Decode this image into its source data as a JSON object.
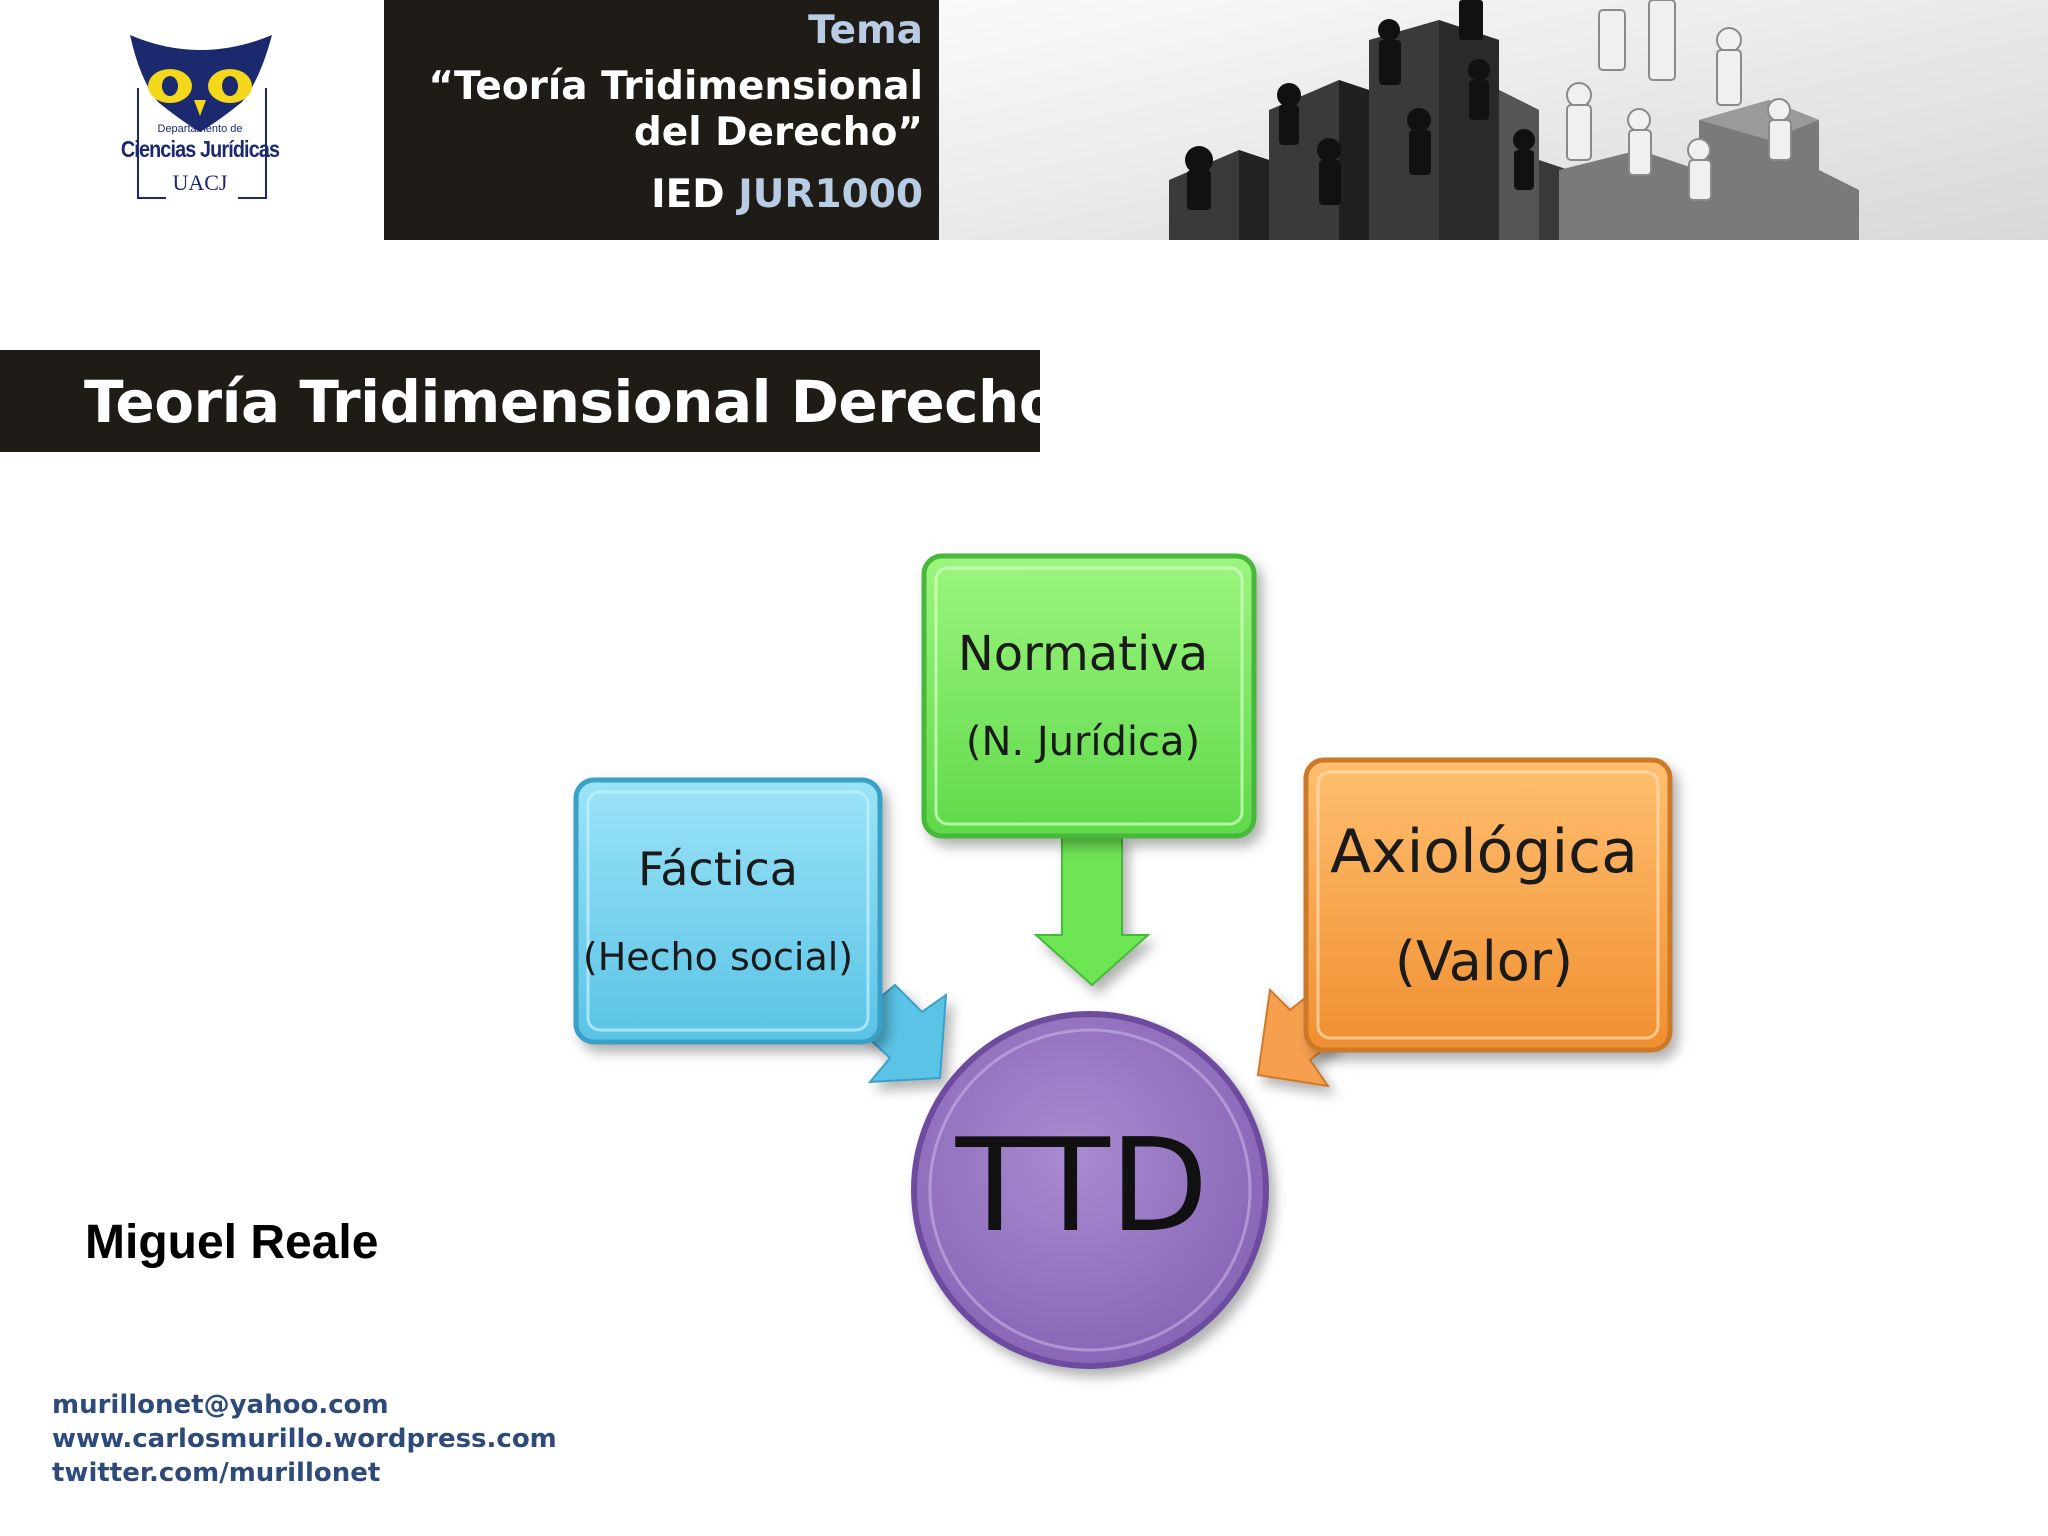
{
  "logo": {
    "dept_small": "Departamento de",
    "dept_main": "Ciencias Jurídicas",
    "university": "UACJ"
  },
  "header": {
    "tema_label": "Tema",
    "title_line1": "“Teoría Tridimensional",
    "title_line2": "del Derecho”",
    "course_prefix": "IED",
    "course_code": "JUR1000"
  },
  "section": {
    "title": "Teoría Tridimensional Derecho"
  },
  "diagram": {
    "factica": {
      "title": "Fáctica",
      "subtitle": "(Hecho social)"
    },
    "normativa": {
      "title": "Normativa",
      "subtitle": "(N. Jurídica)"
    },
    "axiologica": {
      "title": "Axiológica",
      "subtitle": "(Valor)"
    },
    "center": {
      "label": "TTD"
    }
  },
  "author": "Miguel Reale",
  "contacts": [
    "murillonet@yahoo.com",
    "www.carlosmurillo.wordpress.com",
    "twitter.com/murillonet"
  ],
  "colors": {
    "dark_bar": "#1f1b16",
    "accent_blue": "#b8cce4",
    "factica": "#7fd4ee",
    "normativa": "#7ee866",
    "axiologica": "#f8a854",
    "center": "#9a78c2",
    "contact_text": "#2e4a7a"
  }
}
